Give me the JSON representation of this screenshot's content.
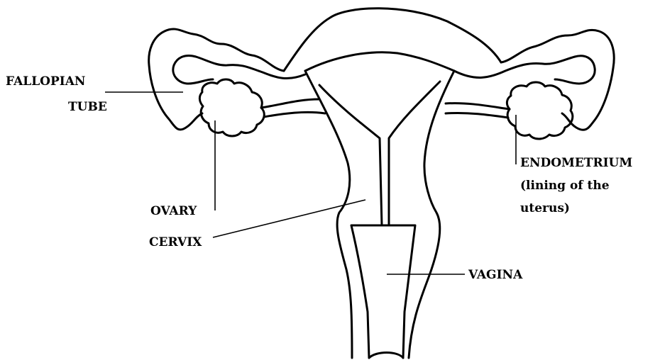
{
  "labels": {
    "fallopian_tube_line1": "FALLOPIAN",
    "fallopian_tube_line2": "TUBE",
    "ovary": "OVARY",
    "cervix": "CERVIX",
    "vagina": "VAGINA",
    "endometrium_line1": "ENDOMETRIUM",
    "endometrium_line2": "(lining of the",
    "endometrium_line3": "uterus)"
  },
  "colors": {
    "line": "#000000",
    "background": "#ffffff"
  }
}
